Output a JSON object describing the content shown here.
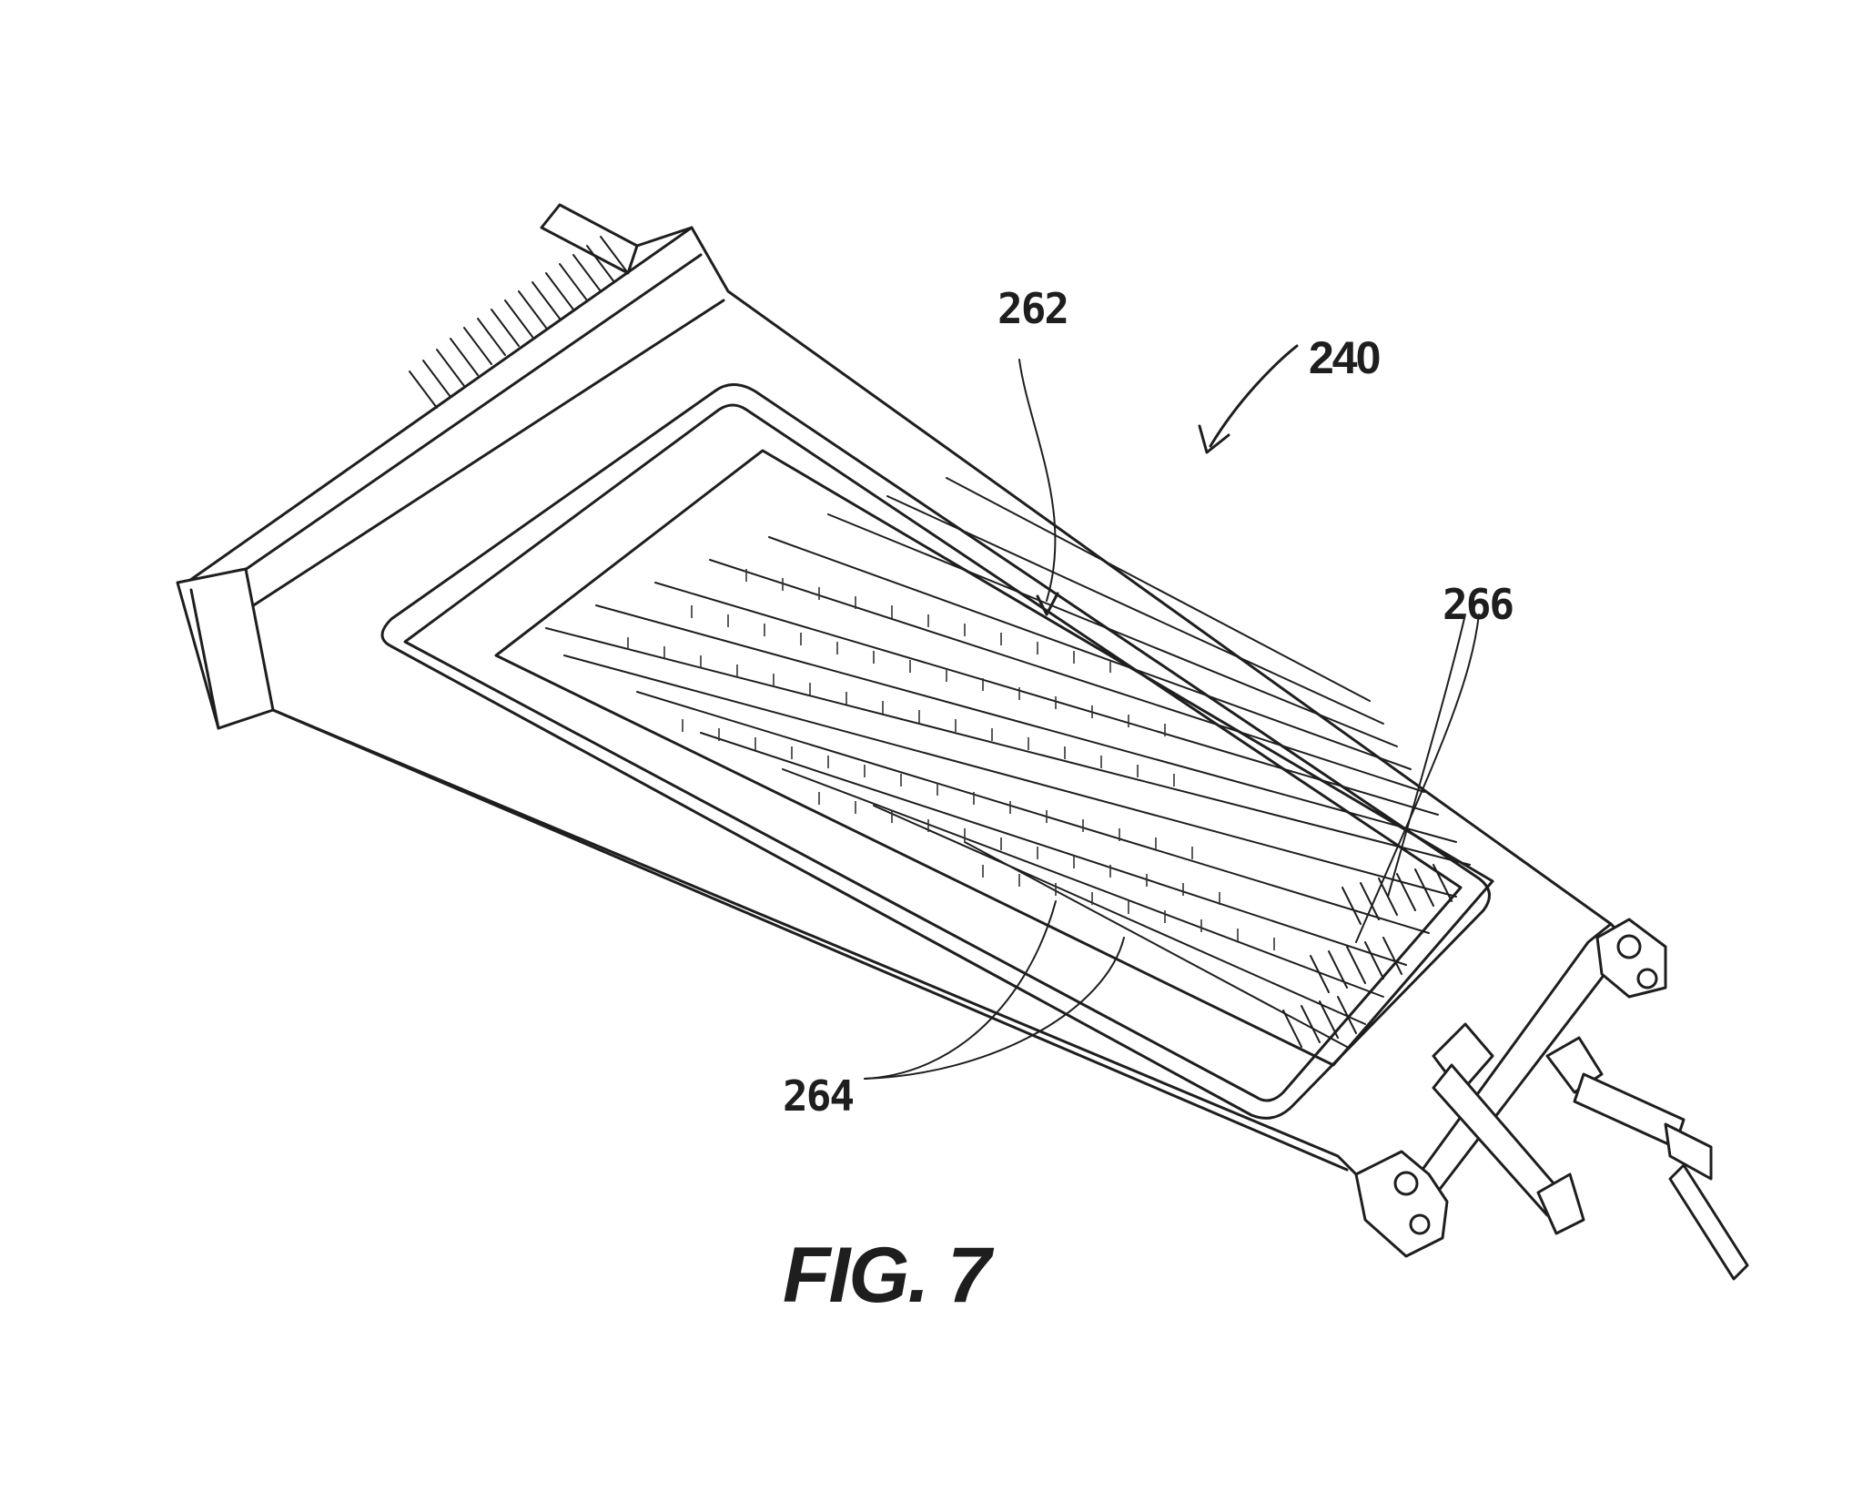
{
  "figure": {
    "caption": "FIG. 7",
    "reference_numerals": {
      "assembly": "240",
      "callout_a": "262",
      "callout_b": "264",
      "callout_c": "266"
    }
  }
}
